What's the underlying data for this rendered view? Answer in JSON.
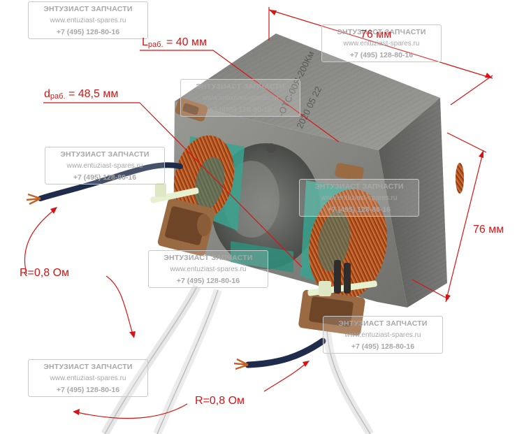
{
  "annotations": {
    "length": {
      "symbol": "L",
      "subscript": "раб.",
      "value": " = 40 мм"
    },
    "diameter": {
      "symbol": "d",
      "subscript": "раб.",
      "value": " = 48,5 мм"
    },
    "width": "76 мм",
    "height": "76 мм",
    "resistance_left": "R=0,8 Ом",
    "resistance_bottom": "R=0,8 Ом"
  },
  "watermark": {
    "company": "ЭНТУЗИАСТ ЗАПЧАСТИ",
    "url": "www.entuziast-spares.ru",
    "phone": "+7 (495) 128-80-16"
  },
  "colors": {
    "annotation_red": "#d61414",
    "watermark_gray": "#a7a7a7",
    "steel_stack": "#6f6f6d",
    "copper_winding": "#b5531f",
    "insulation_green": "#3aa38f",
    "bracket_brown": "#9a6a42"
  }
}
